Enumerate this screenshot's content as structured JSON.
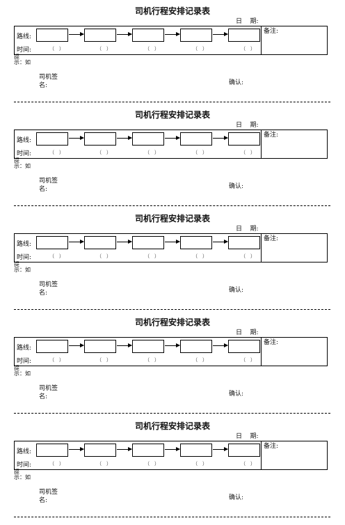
{
  "form": {
    "title": "司机行程安排记录表",
    "date_label": "日    期:",
    "notes_label": "备注:",
    "route_label": "路线:",
    "time_label": "时间:",
    "time_marks": [
      "（",
      "）",
      "（",
      "）",
      "（",
      "）",
      "（",
      "）",
      "（",
      "）"
    ],
    "hint_text": "提\n示：如",
    "driver_label": "司机签\n名:",
    "confirm_label": "确认:"
  },
  "colors": {
    "line": "#000000",
    "text": "#111111",
    "background": "#ffffff"
  }
}
